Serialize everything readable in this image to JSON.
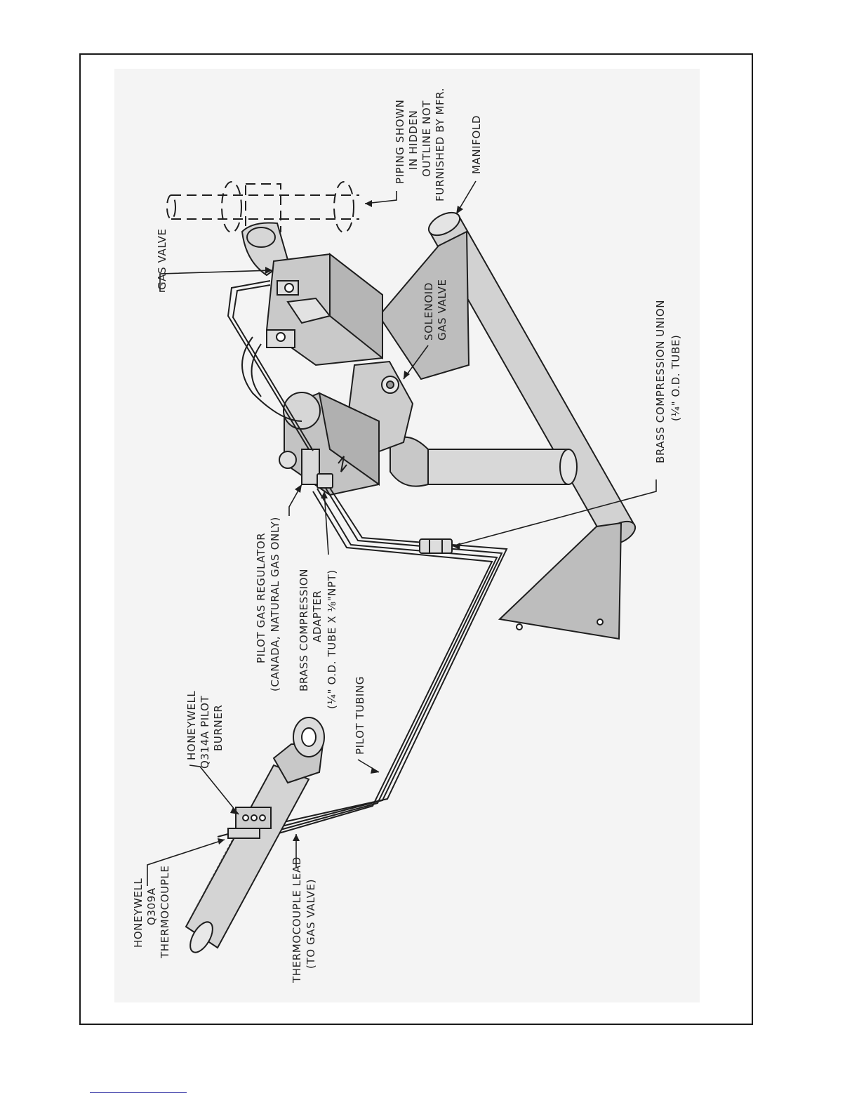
{
  "labels": {
    "gas_valve": "GAS VALVE",
    "piping_1": "PIPING SHOWN",
    "piping_2": "IN HIDDEN",
    "piping_3": "OUTLINE NOT",
    "piping_4": "FURNISHED BY MFR.",
    "manifold": "MANIFOLD",
    "solenoid_1": "SOLENOID",
    "solenoid_2": "GAS VALVE",
    "union_1": "BRASS COMPRESSION UNION",
    "union_2": "(¼\" O.D. TUBE)",
    "regulator_1": "PILOT GAS REGULATOR",
    "regulator_2": "(CANADA, NATURAL GAS ONLY)",
    "adapter_1": "BRASS COMPRESSION",
    "adapter_2": "ADAPTER",
    "adapter_3": "(¼\" O.D. TUBE X ⅛\"NPT)",
    "pilot_tubing": "PILOT TUBING",
    "burner_1": "HONEYWELL",
    "burner_2": "Q314A PILOT",
    "burner_3": "BURNER",
    "thermocouple_1": "HONEYWELL",
    "thermocouple_2": "Q309A",
    "thermocouple_3": "THERMOCOUPLE",
    "lead_1": "THERMOCOUPLE LEAD",
    "lead_2": "(TO GAS VALVE)"
  },
  "colors": {
    "line": "#1e1e1e",
    "part_fill": "#cfcfcf",
    "part_dark": "#a9a9a9",
    "background_panel": "#f3f3f3"
  }
}
